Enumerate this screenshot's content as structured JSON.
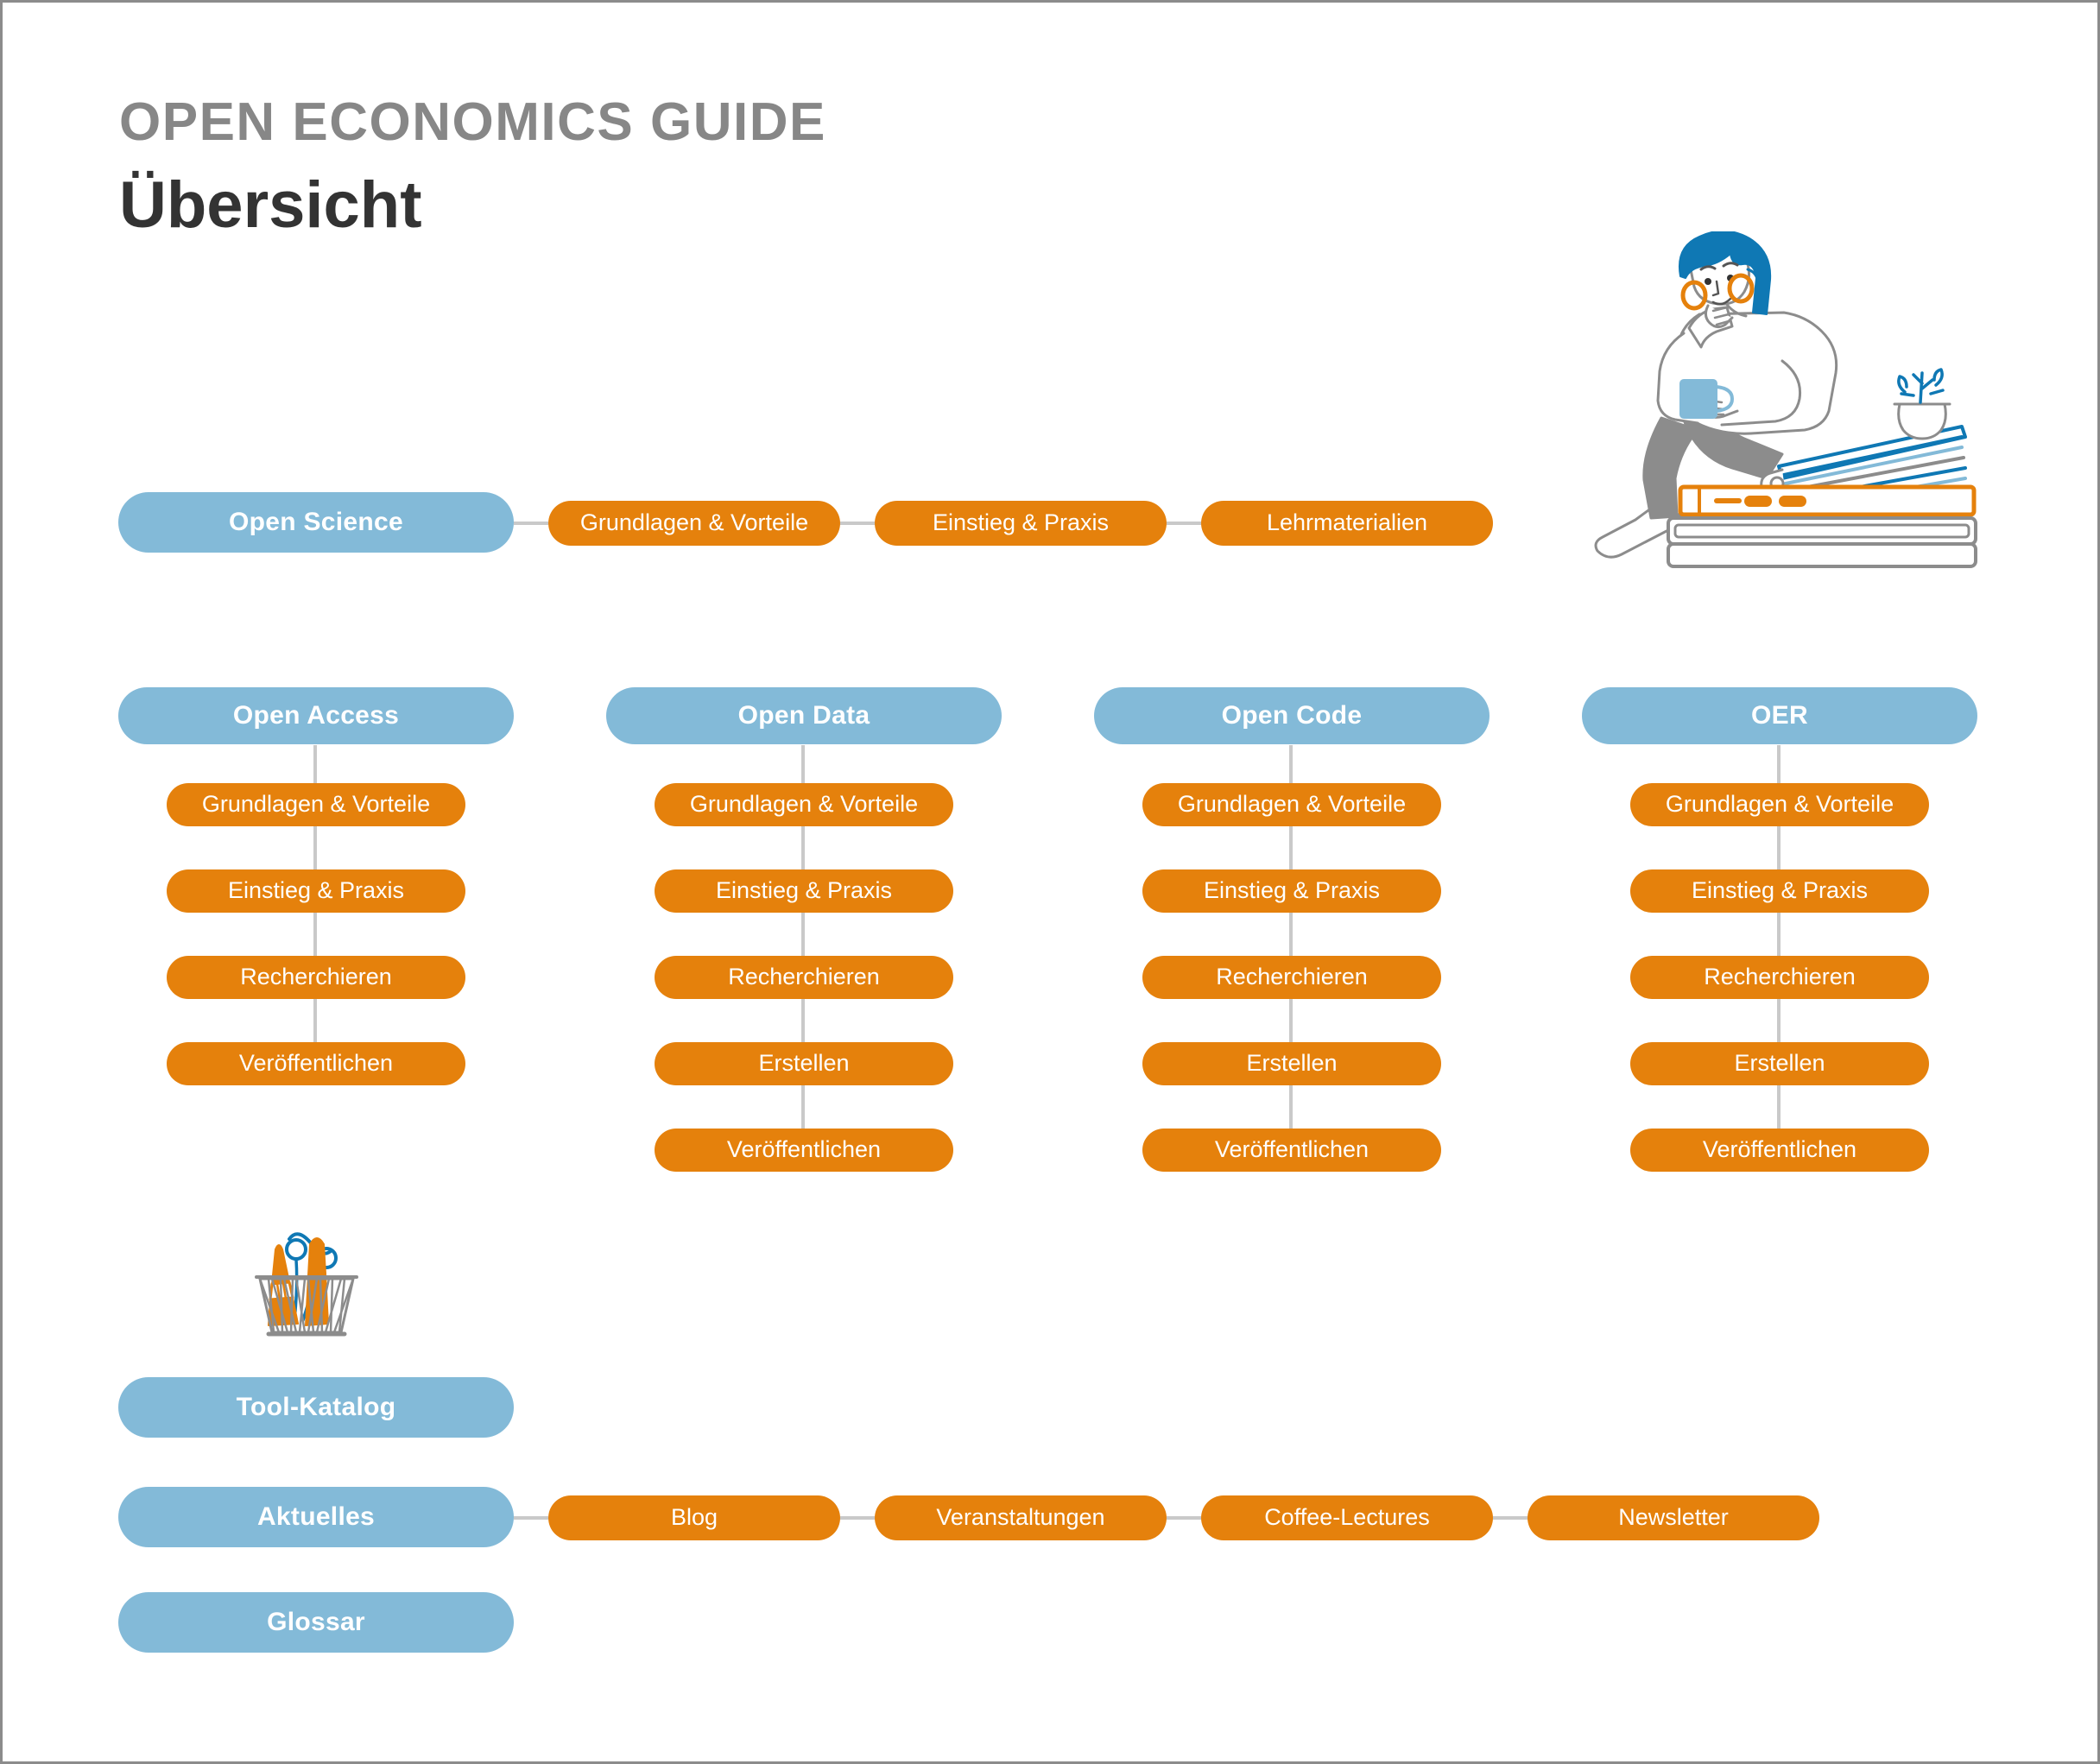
{
  "header": {
    "eyebrow": "OPEN ECONOMICS GUIDE",
    "title": "Übersicht"
  },
  "colors": {
    "blue": "#83bad8",
    "orange": "#e5810c",
    "connector": "#c9c9c9",
    "eyebrow_gray": "#878787",
    "title_dark": "#333333",
    "illustration_blue": "#0f78b4",
    "illustration_light_blue": "#83bad8",
    "illustration_gray": "#8c8c8c",
    "illustration_orange": "#e5810c",
    "page_border": "#8c8c8c"
  },
  "rows": {
    "open_science": {
      "label": "Open Science",
      "children": [
        "Grundlagen & Vorteile",
        "Einstieg & Praxis",
        "Lehrmaterialien"
      ]
    }
  },
  "columns": [
    {
      "label": "Open Access",
      "items": [
        "Grundlagen & Vorteile",
        "Einstieg & Praxis",
        "Recherchieren",
        "Veröffentlichen"
      ]
    },
    {
      "label": "Open Data",
      "items": [
        "Grundlagen & Vorteile",
        "Einstieg & Praxis",
        "Recherchieren",
        "Erstellen",
        "Veröffentlichen"
      ]
    },
    {
      "label": "Open Code",
      "items": [
        "Grundlagen & Vorteile",
        "Einstieg & Praxis",
        "Recherchieren",
        "Erstellen",
        "Veröffentlichen"
      ]
    },
    {
      "label": "OER",
      "items": [
        "Grundlagen & Vorteile",
        "Einstieg & Praxis",
        "Recherchieren",
        "Erstellen",
        "Veröffentlichen"
      ]
    }
  ],
  "bottom": {
    "tool_katalog": {
      "label": "Tool-Katalog"
    },
    "aktuelles": {
      "label": "Aktuelles",
      "children": [
        "Blog",
        "Veranstaltungen",
        "Coffee-Lectures",
        "Newsletter"
      ]
    },
    "glossar": {
      "label": "Glossar"
    }
  },
  "illustrations": {
    "person": "person-sitting-on-books-with-mug-illustration",
    "basket": "basket-with-pencil-scissors-brush-illustration"
  }
}
